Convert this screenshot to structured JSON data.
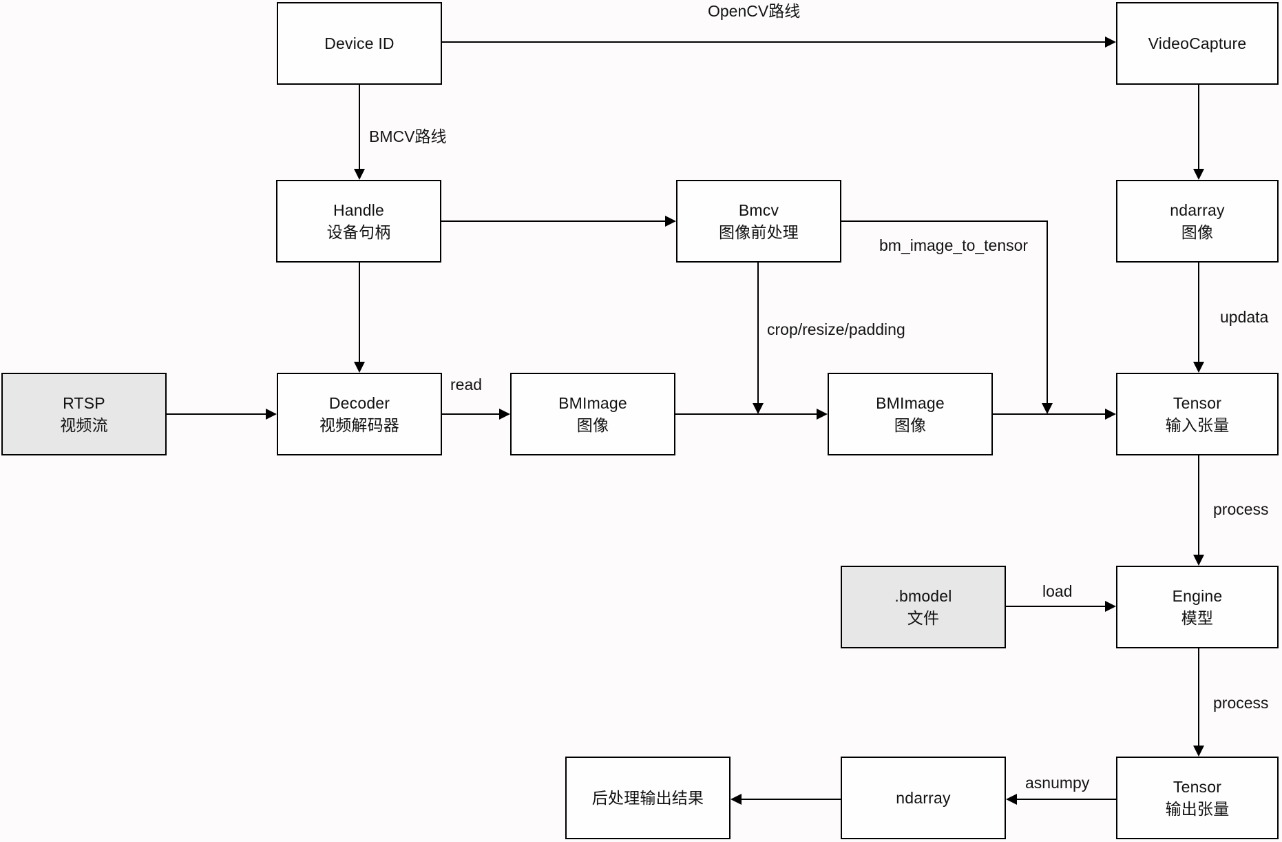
{
  "diagram": {
    "title": "SAIL video inference pipeline flowchart",
    "colors": {
      "background": "#fdfbfc",
      "node_fill": "#fffefe",
      "input_node_fill": "#e7e7e7",
      "border": "#000000",
      "text": "#111111"
    },
    "nodes": {
      "device_id": {
        "title": "Device ID",
        "subtitle": ""
      },
      "videocapture": {
        "title": "VideoCapture",
        "subtitle": ""
      },
      "handle": {
        "title": "Handle",
        "subtitle": "设备句柄"
      },
      "bmcv": {
        "title": "Bmcv",
        "subtitle": "图像前处理"
      },
      "ndarray_image": {
        "title": "ndarray",
        "subtitle": "图像"
      },
      "rtsp": {
        "title": "RTSP",
        "subtitle": "视频流"
      },
      "decoder": {
        "title": "Decoder",
        "subtitle": "视频解码器"
      },
      "bmimage1": {
        "title": "BMImage",
        "subtitle": "图像"
      },
      "bmimage2": {
        "title": "BMImage",
        "subtitle": "图像"
      },
      "tensor_input": {
        "title": "Tensor",
        "subtitle": "输入张量"
      },
      "bmodel": {
        "title": ".bmodel",
        "subtitle": "文件"
      },
      "engine": {
        "title": "Engine",
        "subtitle": "模型"
      },
      "tensor_output": {
        "title": "Tensor",
        "subtitle": "输出张量"
      },
      "ndarray_out": {
        "title": "ndarray",
        "subtitle": ""
      },
      "postprocess": {
        "title": "后处理输出结果",
        "subtitle": ""
      }
    },
    "edge_labels": {
      "opencv_route": "OpenCV路线",
      "bmcv_route": "BMCV路线",
      "read": "read",
      "crop_resize_padding": "crop/resize/padding",
      "bm_image_to_tensor": "bm_image_to_tensor",
      "updata": "updata",
      "process_top": "process",
      "load": "load",
      "process_bottom": "process",
      "asnumpy": "asnumpy"
    }
  }
}
